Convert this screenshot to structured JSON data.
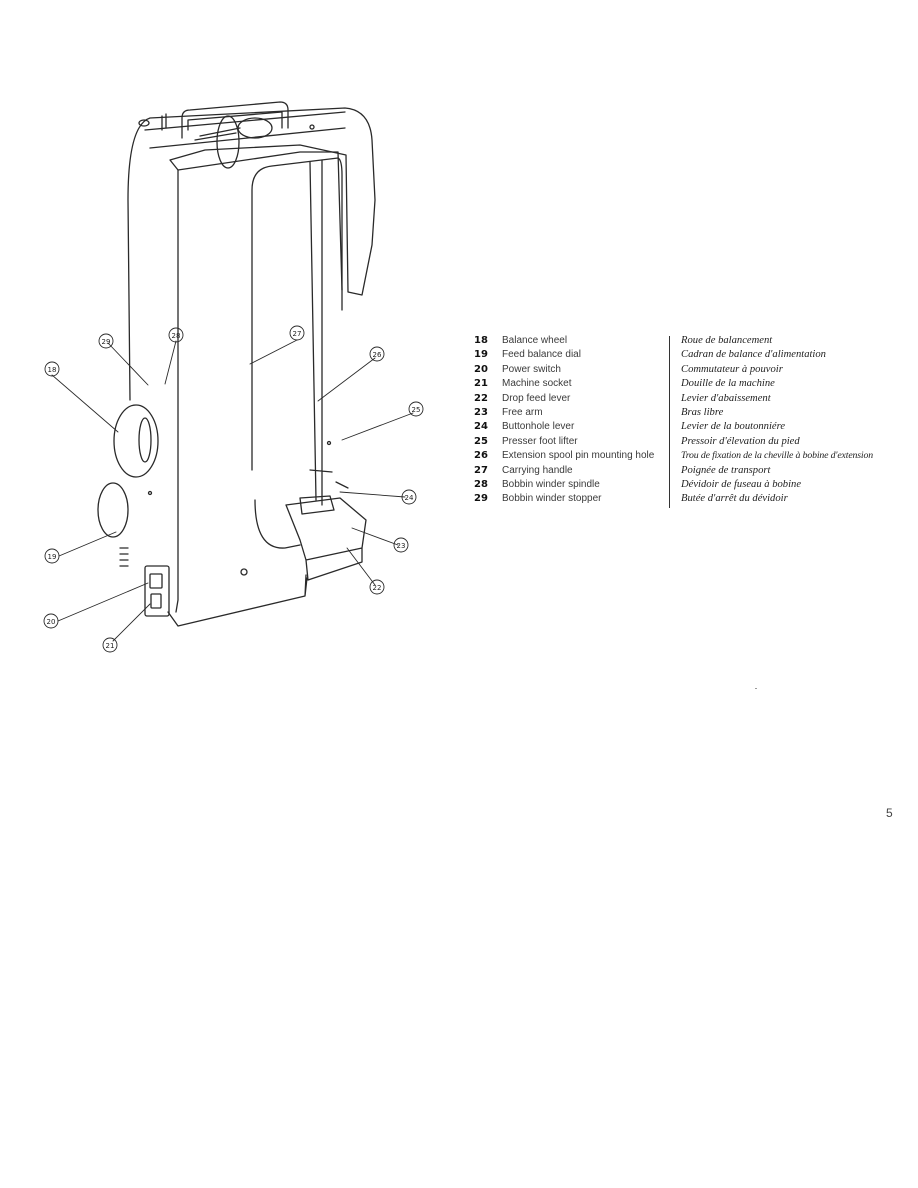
{
  "parts": [
    {
      "num": "18",
      "en": "Balance wheel",
      "fr": "Roue de balancement"
    },
    {
      "num": "19",
      "en": "Feed balance dial",
      "fr": "Cadran de balance d'alimentation"
    },
    {
      "num": "20",
      "en": "Power switch",
      "fr": "Commutateur à pouvoir"
    },
    {
      "num": "21",
      "en": "Machine socket",
      "fr": "Douille de la machine"
    },
    {
      "num": "22",
      "en": "Drop feed lever",
      "fr": "Levier d'abaissement"
    },
    {
      "num": "23",
      "en": "Free arm",
      "fr": "Bras libre"
    },
    {
      "num": "24",
      "en": "Buttonhole lever",
      "fr": "Levier de la boutonniére"
    },
    {
      "num": "25",
      "en": "Presser foot lifter",
      "fr": "Pressoir d'élevation du pied"
    },
    {
      "num": "26",
      "en": "Extension spool pin mounting hole",
      "fr": "Trou de fixation de la cheville à bobine d'extension"
    },
    {
      "num": "27",
      "en": "Carrying handle",
      "fr": "Poignée de transport"
    },
    {
      "num": "28",
      "en": "Bobbin winder spindle",
      "fr": "Dévidoir de fuseau à bobine"
    },
    {
      "num": "29",
      "en": "Bobbin winder stopper",
      "fr": "Butée d'arrêt du dévidoir"
    }
  ],
  "callouts": {
    "c18": "18",
    "c19": "19",
    "c20": "20",
    "c21": "21",
    "c22": "22",
    "c23": "23",
    "c24": "24",
    "c25": "25",
    "c26": "26",
    "c27": "27",
    "c28": "28",
    "c29": "29"
  },
  "page_number": "5"
}
